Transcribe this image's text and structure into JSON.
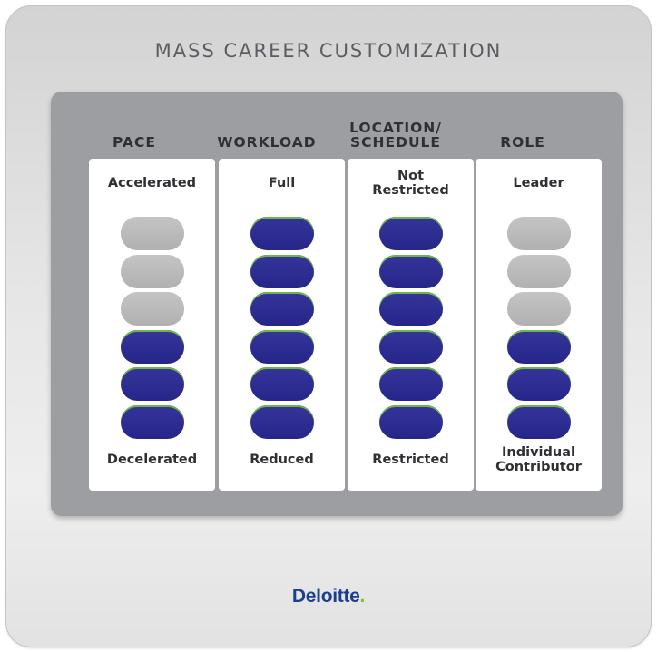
{
  "title": "MASS CAREER CUSTOMIZATION",
  "columns": [
    {
      "header": "PACE",
      "top_label": "Accelerated",
      "bottom_label": "Decelerated",
      "levels_filled": 3,
      "levels_total": 6
    },
    {
      "header": "WORKLOAD",
      "top_label": "Full",
      "bottom_label": "Reduced",
      "levels_filled": 6,
      "levels_total": 6
    },
    {
      "header": "LOCATION/\nSCHEDULE",
      "top_label": "Not\nRestricted",
      "bottom_label": "Restricted",
      "levels_filled": 6,
      "levels_total": 6
    },
    {
      "header": "ROLE",
      "top_label": "Leader",
      "bottom_label": "Individual\nContributor",
      "levels_filled": 3,
      "levels_total": 6
    }
  ],
  "logo": {
    "text": "Deloitte",
    "dot": "."
  },
  "colors": {
    "filled": "#2b2b90",
    "empty": "#bcbcbc",
    "accent": "#6fb44a",
    "brand": "#1d3d8f",
    "brand_dot": "#86bc25"
  }
}
